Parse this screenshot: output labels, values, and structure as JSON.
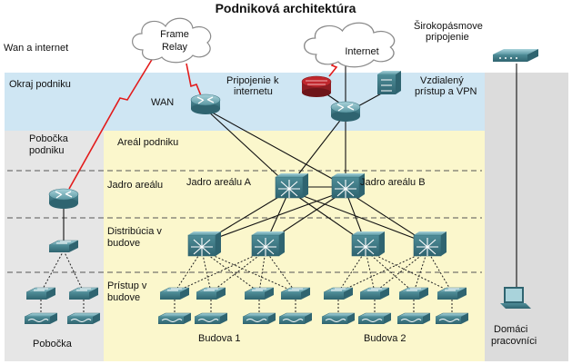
{
  "title": "Podniková architektúra",
  "labels": {
    "wan_internet": "Wan a internet",
    "okraj": "Okraj podniku",
    "pobocka_podniku_1": "Pobočka",
    "pobocka_podniku_2": "podniku",
    "areal_podniku": "Areál podniku",
    "jadro_arealu": "Jadro areálu",
    "distribucia_1": "Distribúcia v",
    "distribucia_2": "budove",
    "pristup_1": "Prístup v",
    "pristup_2": "budove",
    "pobocka": "Pobočka",
    "budova1": "Budova 1",
    "budova2": "Budova 2",
    "domaci_1": "Domáci",
    "domaci_2": "pracovníci",
    "wan": "WAN",
    "pripojenie_1": "Pripojenie k",
    "pripojenie_2": "internetu",
    "vzdialeny_1": "Vzdialený",
    "vzdialeny_2": "prístup a VPN",
    "siroko_1": "Širokopásmove",
    "siroko_2": "pripojenie",
    "jadro_a": "Jadro areálu A",
    "jadro_b": "Jadro areálu B"
  },
  "clouds": {
    "frame_1": "Frame",
    "frame_2": "Relay",
    "internet": "Internet"
  },
  "colors": {
    "edge_zone": "#cfe6f3",
    "campus_zone": "#fbf7cc",
    "branch_zone": "#e3e3e3",
    "home_zone": "#d9d9d9",
    "device": "#4d8c97",
    "device_light": "#7fb9c2",
    "wan_link": "#e31b1b",
    "firewall": "#c0272d"
  }
}
